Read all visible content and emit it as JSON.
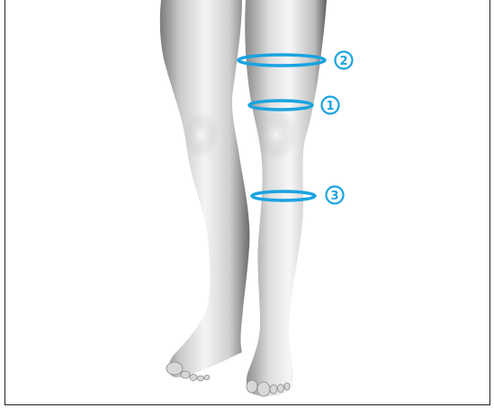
{
  "colors": {
    "ring": "#1aa3e0",
    "leg_light": "#f2f2f2",
    "leg_mid": "#c4c4c4",
    "leg_dark": "#6e6e6e",
    "frame": "#222222"
  },
  "markers": [
    {
      "id": "thigh",
      "number": "2"
    },
    {
      "id": "knee",
      "number": "1"
    },
    {
      "id": "calf",
      "number": "3"
    }
  ]
}
